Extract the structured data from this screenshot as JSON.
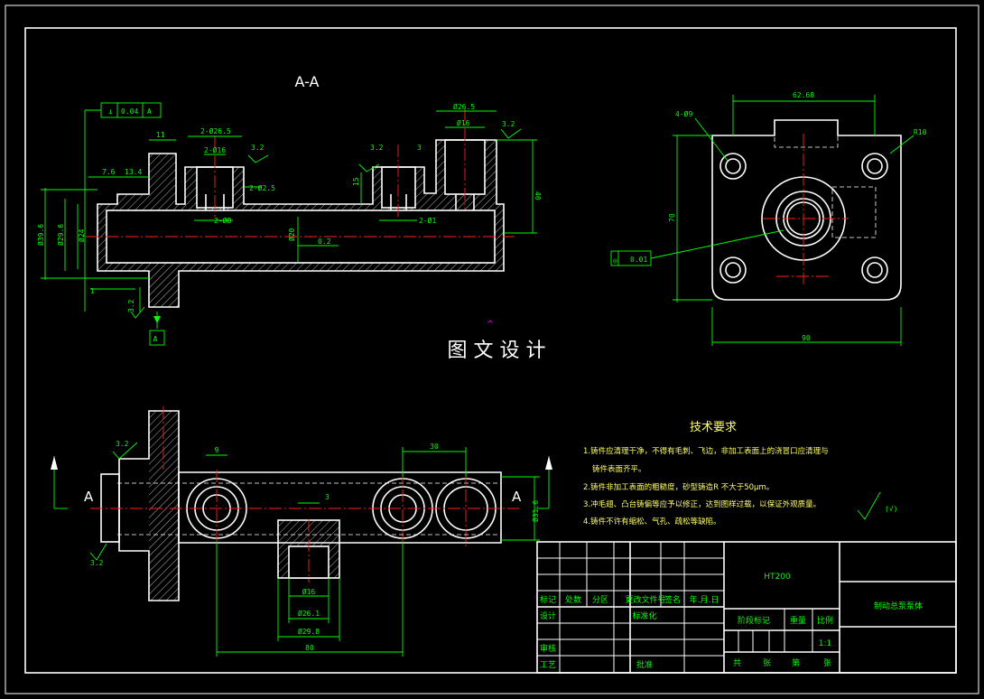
{
  "drawing": {
    "section_title": "A-A",
    "watermark": "图 文 设 计",
    "section_marker_left": "A",
    "section_marker_right": "A",
    "datum_label": "A",
    "tolerance_perp": {
      "symbol": "⊥",
      "value": "0.04",
      "datum": "A"
    },
    "tolerance_conc": {
      "symbol": "◎",
      "value": "0.01"
    },
    "roughness_label": "(√)"
  },
  "dimensions_section": {
    "d_2_26_5": "2-Ø26.5",
    "d_2_16": "2-Ø16",
    "d_26_5": "Ø26.5",
    "d_16": "Ø16",
    "d_11": "11",
    "r_3_2a": "3.2",
    "r_3_2b": "3.2",
    "r_3_2c": "3.2",
    "r_3_2d": "3.2",
    "d_3": "3",
    "d_2_2_5": "2-Ø2.5",
    "d_15": "15",
    "d_40": "40",
    "d_7_6": "7.6",
    "d_13_4": "13.4",
    "d_39_6": "Ø39.6",
    "d_29_6": "Ø29.6",
    "d_24": "Ø24",
    "d_20": "Ø20",
    "d_2_8": "2-Ø8",
    "d_2_1": "2-Ø1",
    "d_0_2": "0.2",
    "d_1": "1"
  },
  "dimensions_end": {
    "d_62_68": "62.68",
    "d_4_9": "4-Ø9",
    "d_r10": "R10",
    "d_70": "70",
    "d_90": "90"
  },
  "dimensions_plan": {
    "d_9": "9",
    "d_30": "30",
    "d_3": "3",
    "d_31_6": "Ø31.6",
    "d_16": "Ø16",
    "d_26_1": "Ø26.1",
    "d_29_8": "Ø29.8",
    "d_80": "80",
    "r_3_2a": "3.2",
    "r_3_2b": "3.2"
  },
  "technical_requirements": {
    "title": "技术要求",
    "items": [
      "1.铸件应清理干净，不得有毛刺、飞边，非加工表面上的浇冒口应清理与",
      "铸件表面齐平。",
      "2.铸件非加工表面的粗糙度，砂型铸造R  不大于50μm。",
      "3.冲毛翅、凸台铸偏等应予以修正，达到图样过载，以保证外观质量。",
      "4.铸件不许有缩松、气孔、疏松等缺陷。"
    ]
  },
  "title_block": {
    "material": "HT200",
    "part_name": "制动总泵泵体",
    "row_headers": [
      "标记",
      "处数",
      "分区",
      "更改文件号",
      "签名",
      "年.月.日"
    ],
    "design": "设计",
    "standardize": "标准化",
    "review": "审核",
    "process": "工艺",
    "approve": "批准",
    "stage_mark": "阶段标记",
    "weight": "重量",
    "scale_label": "比例",
    "scale_value": "1:1",
    "sheets_total": "共",
    "sheets_unit1": "张",
    "sheet_no": "第",
    "sheets_unit2": "张"
  },
  "colors": {
    "outline": "#ffffff",
    "dimension": "#00ff00",
    "centerline": "#ff2020",
    "text": "#ffff66",
    "background": "#000000"
  }
}
